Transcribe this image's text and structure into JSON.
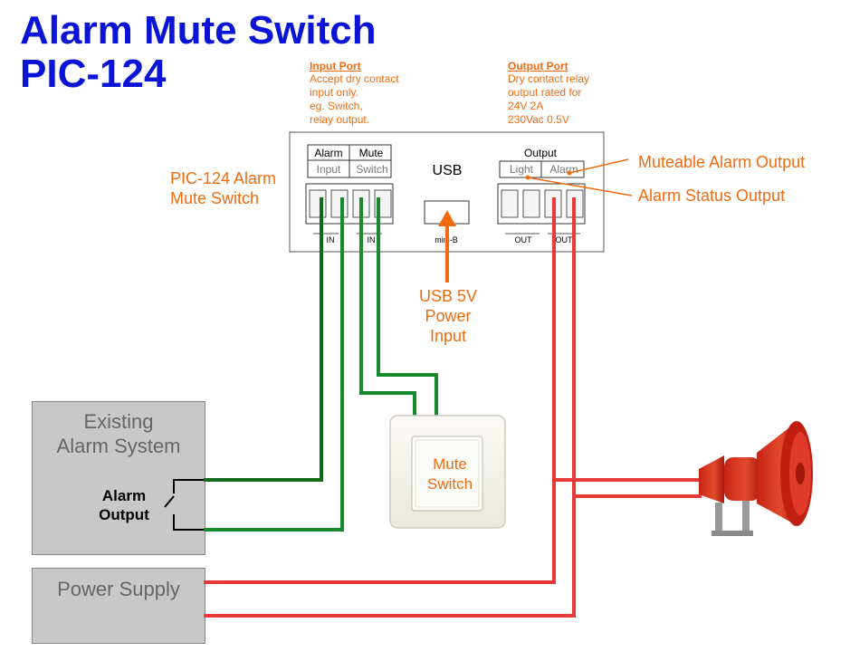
{
  "title": {
    "line1": "Alarm Mute Switch",
    "line2": "PIC-124"
  },
  "input_port": {
    "heading": "Input Port",
    "lines": [
      "Accept dry contact",
      "input only.",
      "eg. Switch,",
      "relay output."
    ]
  },
  "output_port": {
    "heading": "Output Port",
    "lines": [
      "Dry contact relay",
      "output rated for",
      "24V 2A",
      "230Vac 0.5V"
    ]
  },
  "device_label": {
    "line1": "PIC-124 Alarm",
    "line2": "Mute Switch"
  },
  "device": {
    "alarm_header": "Alarm",
    "mute_header": "Mute",
    "input_label": "Input",
    "switch_label": "Switch",
    "usb_label": "USB",
    "usb_port_label": "mini-B",
    "output_header": "Output",
    "light_label": "Light",
    "alarm_label": "Alarm",
    "in_label_1": "IN",
    "in_label_2": "IN",
    "out_label_1": "OUT",
    "out_label_2": "OUT"
  },
  "callouts": {
    "muteable": "Muteable Alarm Output",
    "status": "Alarm Status Output"
  },
  "usb_power": {
    "line1": "USB 5V",
    "line2": "Power",
    "line3": "Input"
  },
  "existing_alarm": {
    "line1": "Existing",
    "line2": "Alarm System",
    "output_line1": "Alarm",
    "output_line2": "Output"
  },
  "power_supply": {
    "label": "Power Supply"
  },
  "mute_switch": {
    "line1": "Mute",
    "line2": "Switch"
  },
  "colors": {
    "title": "#0a14d6",
    "accent": "#f06b10",
    "wire_green": "#178a2c",
    "wire_dark_green": "#0f6b1a",
    "wire_red": "#e83a3a",
    "box_gray": "#c8c8c8",
    "siren_red": "#d42a1a"
  },
  "icons": [
    "siren-icon",
    "arrow-up-icon",
    "terminal-block-icon"
  ]
}
